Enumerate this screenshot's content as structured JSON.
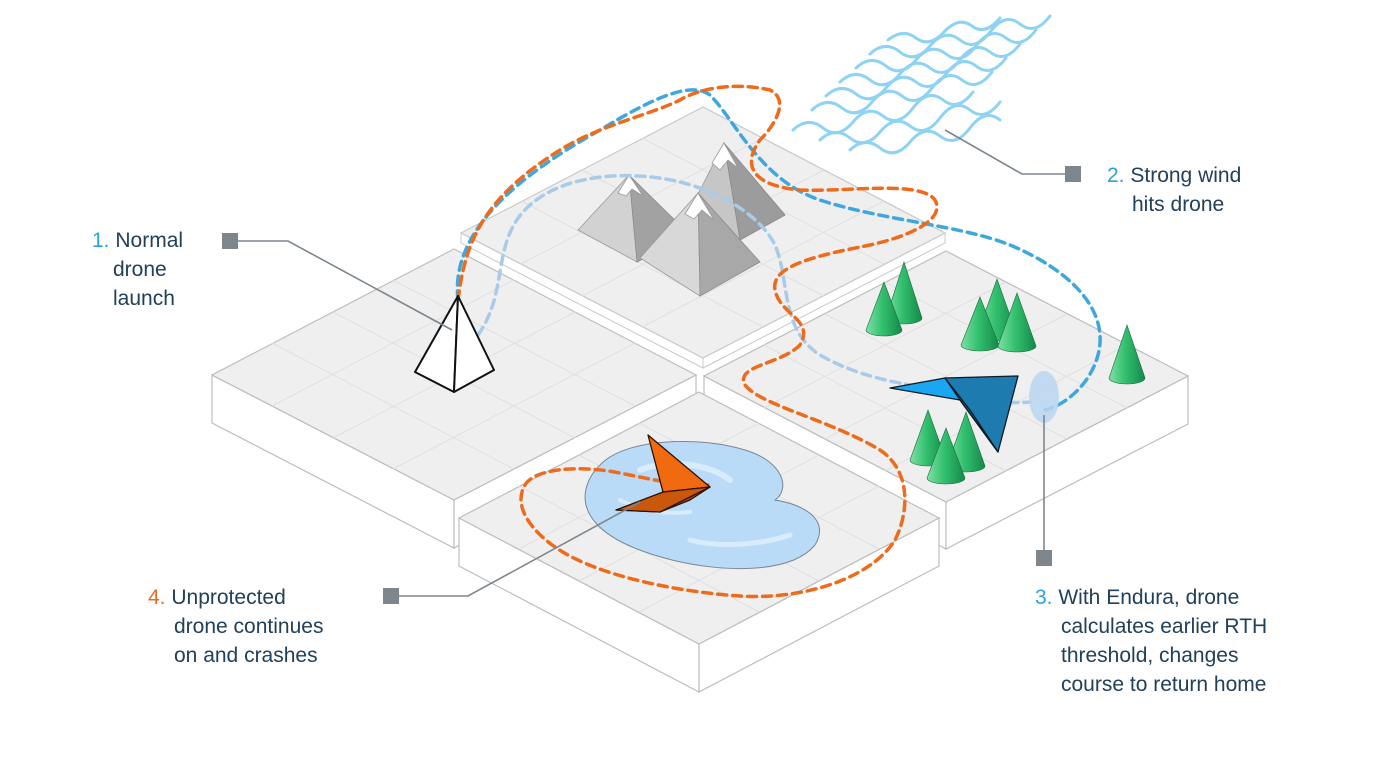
{
  "colors": {
    "blue_accent": "#2aa2dc",
    "orange_accent": "#ee6b1c",
    "text_dark": "#21405a",
    "tile_top": "#efefef",
    "tile_side": "#ffffff",
    "connector": "#7d868d",
    "blue_drone": "#1aa6f0",
    "orange_drone": "#f26a0f",
    "lake": "#b8d8f5",
    "tree_green": "#3dc57a",
    "wind": "#8fd3f4"
  },
  "steps": [
    {
      "num": "1.",
      "lines": [
        "Normal",
        "drone",
        "launch"
      ],
      "color": "blue"
    },
    {
      "num": "2.",
      "lines": [
        "Strong wind",
        "hits drone"
      ],
      "color": "blue"
    },
    {
      "num": "3.",
      "lines": [
        "With Endura, drone",
        "calculates earlier RTH",
        "threshold, changes",
        "course to return home"
      ],
      "color": "blue"
    },
    {
      "num": "4.",
      "lines": [
        "Unprotected",
        "drone continues",
        "on and crashes"
      ],
      "color": "orange"
    }
  ],
  "icons": {
    "launch_drone": "pyramid-drone-icon",
    "endura_drone": "blue-plane-drone-icon",
    "crashed_drone": "orange-plane-drone-icon",
    "mountains": "mountain-icon",
    "trees": "tree-icon",
    "wind": "wind-icon",
    "lake": "lake-icon"
  }
}
